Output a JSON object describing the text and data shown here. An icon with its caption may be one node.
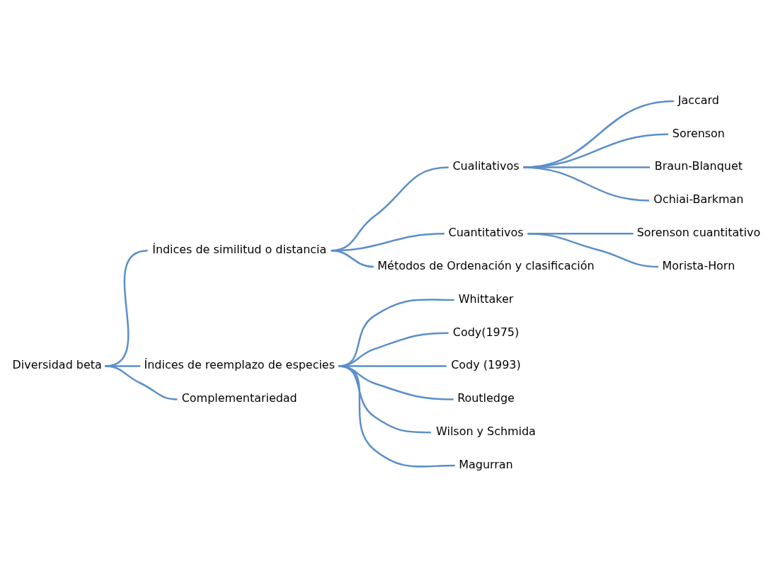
{
  "diagram": {
    "nodes": [
      {
        "text": [
          "Diversidad beta"
        ]
      },
      {
        "text": [
          "Índices de similitud o distancia"
        ]
      },
      {
        "text": [
          "Cualitativos"
        ]
      },
      {
        "text": [
          "Jaccard"
        ]
      },
      {
        "text": [
          "Sorenson"
        ]
      },
      {
        "text": [
          "Braun-Blanquet"
        ]
      },
      {
        "text": [
          "Ochiai-Barkman"
        ]
      },
      {
        "text": [
          "Cuantitativos"
        ]
      },
      {
        "text": [
          "Sorenson cuantitativo"
        ]
      },
      {
        "text": [
          "Morista-Horn"
        ]
      },
      {
        "text": [
          "Métodos de Ordenación y clasificación"
        ]
      },
      {
        "text": [
          "Índices de reemplazo de especies"
        ]
      },
      {
        "text": [
          "Whittaker"
        ]
      },
      {
        "text": [
          "Cody(1975)"
        ]
      },
      {
        "text": [
          "Cody (1993)"
        ]
      },
      {
        "text": [
          "Routledge"
        ]
      },
      {
        "text": [
          "Wilson y Schmida"
        ]
      },
      {
        "text": [
          "Magurran"
        ]
      },
      {
        "text": [
          "Complementariedad"
        ]
      }
    ],
    "edges": [
      {
        "from": 0,
        "to": 1,
        "arrow": "none"
      },
      {
        "from": 0,
        "to": 11,
        "arrow": "none"
      },
      {
        "from": 0,
        "to": 18,
        "arrow": "none"
      },
      {
        "from": 1,
        "to": 2,
        "arrow": "none"
      },
      {
        "from": 1,
        "to": 7,
        "arrow": "none"
      },
      {
        "from": 1,
        "to": 10,
        "arrow": "none"
      },
      {
        "from": 2,
        "to": 3,
        "arrow": "none"
      },
      {
        "from": 2,
        "to": 4,
        "arrow": "none"
      },
      {
        "from": 2,
        "to": 5,
        "arrow": "none"
      },
      {
        "from": 2,
        "to": 6,
        "arrow": "none"
      },
      {
        "from": 7,
        "to": 8,
        "arrow": "none"
      },
      {
        "from": 7,
        "to": 9,
        "arrow": "none"
      },
      {
        "from": 11,
        "to": 12,
        "arrow": "none"
      },
      {
        "from": 11,
        "to": 13,
        "arrow": "none"
      },
      {
        "from": 11,
        "to": 14,
        "arrow": "none"
      },
      {
        "from": 11,
        "to": 15,
        "arrow": "none"
      },
      {
        "from": 11,
        "to": 16,
        "arrow": "none"
      },
      {
        "from": 11,
        "to": 17,
        "arrow": "none"
      }
    ]
  }
}
